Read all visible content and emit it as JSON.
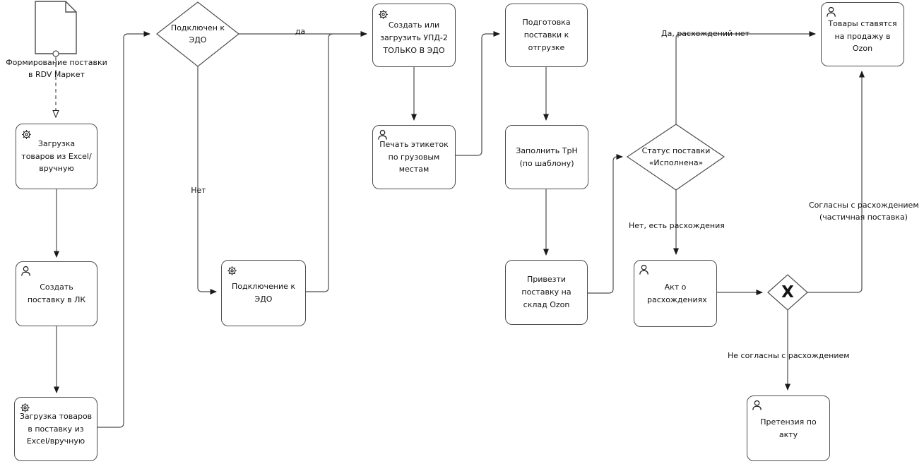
{
  "diagram": {
    "start": {
      "label": "Формирование поставки в RDV Маркет",
      "shape": "document",
      "icon": "document-icon"
    },
    "nodes": {
      "load_goods": {
        "label": "Загрузка товаров из Excel/вручную",
        "icon": "gears-icon"
      },
      "create_supply": {
        "label": "Создать поставку в ЛК",
        "icon": "person-icon"
      },
      "load_to_supply": {
        "label": "Загрузка товаров в поставку из Excel/вручную",
        "icon": "gears-icon"
      },
      "edo_decision": {
        "label": "Подключен к ЭДО",
        "shape": "diamond"
      },
      "connect_edo": {
        "label": "Подключение к ЭДО",
        "icon": "gears-icon"
      },
      "upd": {
        "label": "Создать или загрузить УПД-2 ТОЛЬКО В ЭДО",
        "icon": "gears-icon"
      },
      "print_labels": {
        "label": "Печать этикеток по грузовым местам",
        "icon": "person-icon"
      },
      "prepare": {
        "label": "Подготовка поставки к отгрузке"
      },
      "trn": {
        "label": "Заполнить ТрН (по шаблону)"
      },
      "deliver": {
        "label": "Привезти поставку на склад Ozon"
      },
      "status_decision": {
        "label": "Статус поставки «Исполнена»",
        "shape": "diamond"
      },
      "sale": {
        "label": "Товары ставятся на продажу в Ozon",
        "icon": "person-icon"
      },
      "act": {
        "label": "Акт о расхождениях",
        "icon": "person-icon"
      },
      "x_gateway": {
        "label": "X",
        "shape": "gateway"
      },
      "claim": {
        "label": "Претензия по акту",
        "icon": "person-icon"
      }
    },
    "edge_labels": {
      "yes": "да",
      "no": "Нет",
      "no_discrepancy": "Да, расхождений нет",
      "has_discrepancy": "Нет, есть расхождения",
      "agree_line1": "Согласны с расхождением",
      "agree_line2": "(частичная поставка)",
      "disagree": "Не согласны с расхождением"
    },
    "colors": {
      "line": "#4d4d4d",
      "arrowhead": "#1a1a1a",
      "shape_fill": "#ffffff",
      "text": "#111111"
    }
  }
}
